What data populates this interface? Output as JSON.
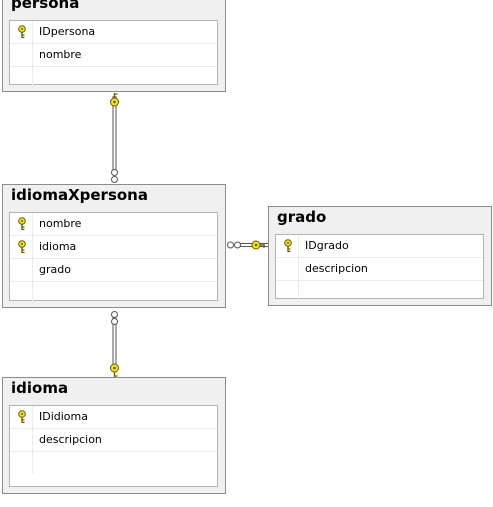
{
  "tables": {
    "persona": {
      "title": "persona",
      "columns": [
        {
          "name": "IDpersona",
          "primary_key": true
        },
        {
          "name": "nombre",
          "primary_key": false
        }
      ]
    },
    "idiomaXpersona": {
      "title": "idiomaXpersona",
      "columns": [
        {
          "name": "nombre",
          "primary_key": true
        },
        {
          "name": "idioma",
          "primary_key": true
        },
        {
          "name": "grado",
          "primary_key": false
        }
      ]
    },
    "grado": {
      "title": "grado",
      "columns": [
        {
          "name": "IDgrado",
          "primary_key": true
        },
        {
          "name": "descripcion",
          "primary_key": false
        }
      ]
    },
    "idioma": {
      "title": "idioma",
      "columns": [
        {
          "name": "IDidioma",
          "primary_key": true
        },
        {
          "name": "descripcion",
          "primary_key": false
        }
      ]
    }
  },
  "relationships": [
    {
      "from": "persona",
      "to": "idiomaXpersona",
      "one_end": "key",
      "many_end": "infinity"
    },
    {
      "from": "grado",
      "to": "idiomaXpersona",
      "one_end": "key",
      "many_end": "infinity"
    },
    {
      "from": "idioma",
      "to": "idiomaXpersona",
      "one_end": "key",
      "many_end": "infinity"
    }
  ],
  "colors": {
    "key_fill": "#f5e21a",
    "key_stroke": "#6b5d00",
    "line": "#555555",
    "frame": "#f0f0f0"
  },
  "icons": {
    "primary_key": "key-icon",
    "one_end": "key-icon",
    "many_end": "infinity-icon"
  }
}
